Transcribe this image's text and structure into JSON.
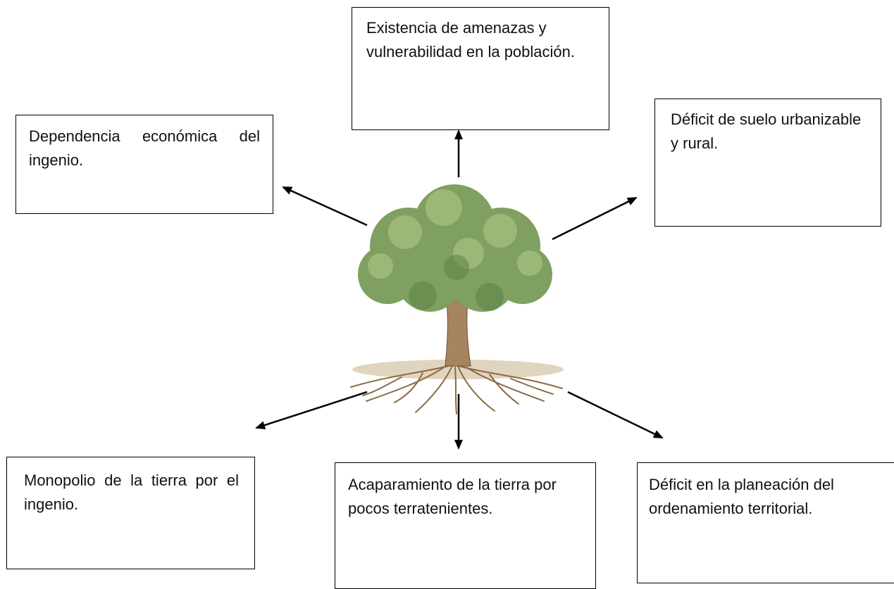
{
  "diagram": {
    "boxes": {
      "top": "Existencia de amenazas y vulnerabilidad en la población.",
      "upper_left": "Dependencia económica del ingenio.",
      "upper_right": "Déficit de suelo urbanizable y rural.",
      "lower_left": "Monopolio de la tierra por el ingenio.",
      "bottom": "Acaparamiento de la tierra por pocos terratenientes.",
      "lower_right": "Déficit en la planeación del ordenamiento territorial."
    },
    "image": {
      "icon": "tree-with-roots-icon"
    }
  }
}
